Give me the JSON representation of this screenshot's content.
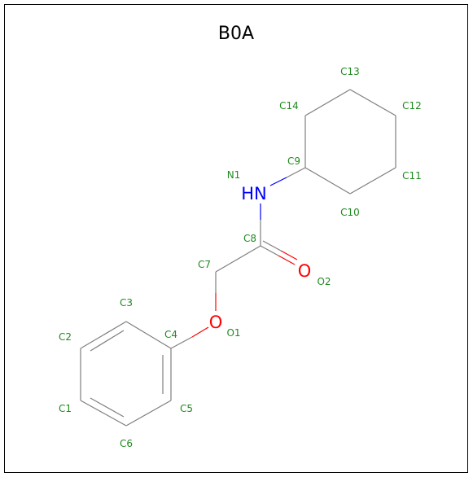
{
  "title": "B0A",
  "colors": {
    "label": "#1f8a1f",
    "nitrogen": "#0000ff",
    "oxygen": "#ff0000",
    "bond": "#7f7f7f"
  },
  "heteroatoms": {
    "n1": "HN",
    "o1": "O",
    "o2": "O"
  },
  "atom_labels": {
    "c1": "C1",
    "c2": "C2",
    "c3": "C3",
    "c4": "C4",
    "c5": "C5",
    "c6": "C6",
    "c7": "C7",
    "c8": "C8",
    "c9": "C9",
    "c10": "C10",
    "c11": "C11",
    "c12": "C12",
    "c13": "C13",
    "c14": "C14",
    "n1": "N1",
    "o1": "O1",
    "o2": "O2"
  }
}
